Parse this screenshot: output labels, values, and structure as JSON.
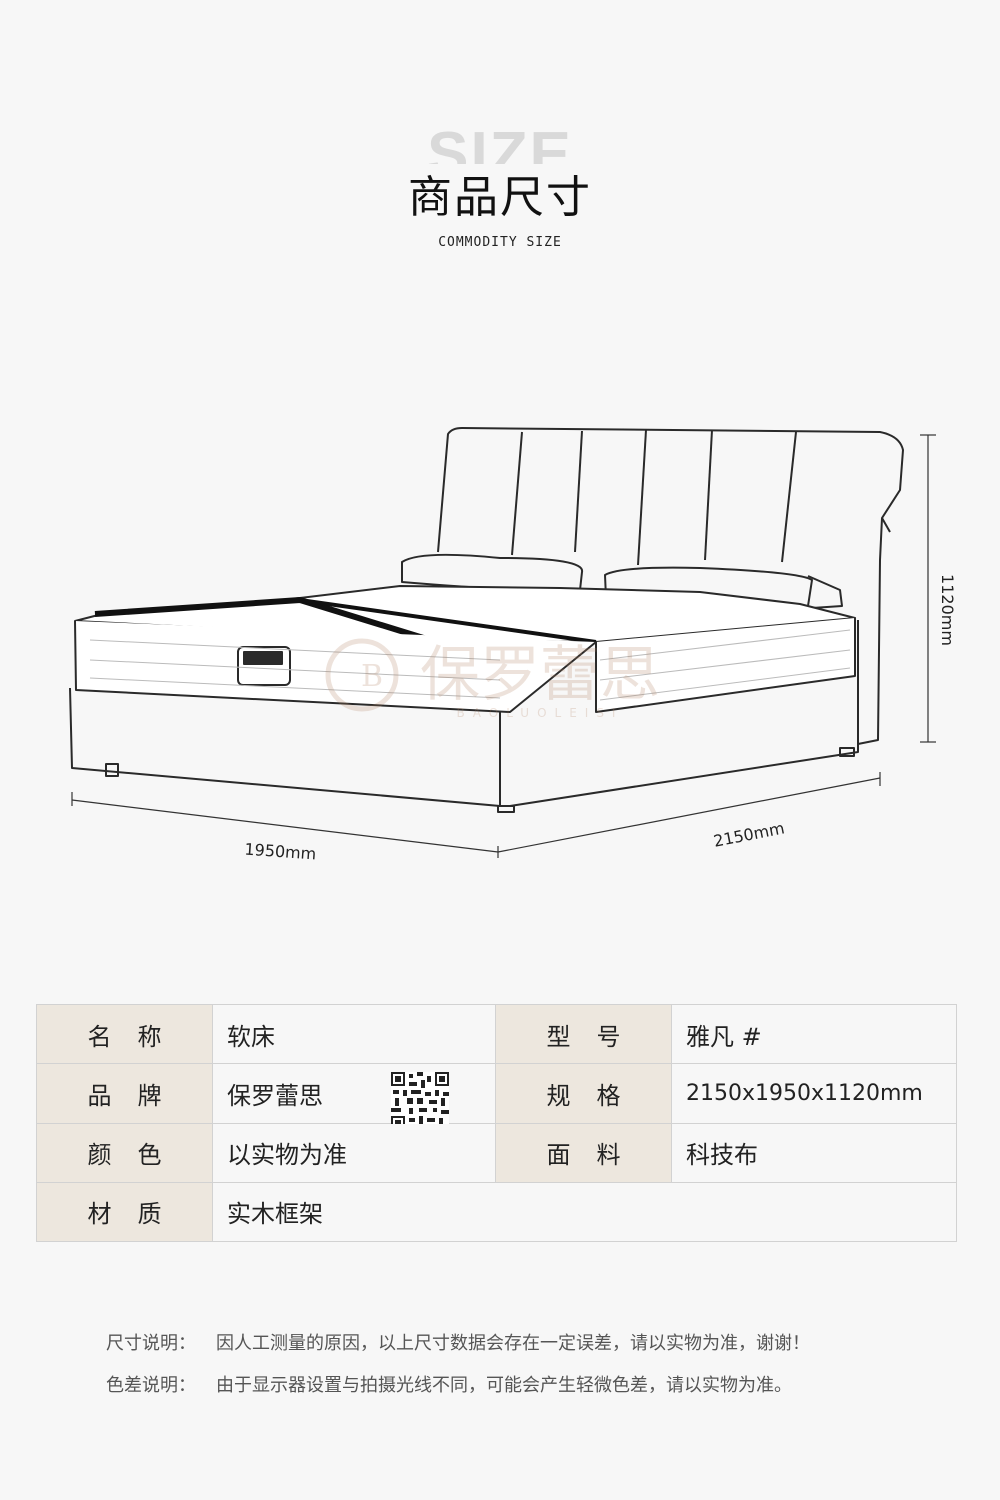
{
  "header": {
    "bg_word": "SIZE",
    "title": "商品尺寸",
    "subtitle": "COMMODITY SIZE"
  },
  "drawing": {
    "dimension_width": "1950mm",
    "dimension_length": "2150mm",
    "dimension_height": "1120mm",
    "watermark_brand": "保罗蕾思",
    "watermark_pinyin": "BAOLUOLEISI",
    "line_color": "#2a2a2a"
  },
  "specs": {
    "rows": [
      {
        "label1": "名称",
        "value1": "软床",
        "label2": "型号",
        "value2": "雅凡 #"
      },
      {
        "label1": "品牌",
        "value1": "保罗蕾思",
        "label2": "规格",
        "value2": "2150x1950x1120mm"
      },
      {
        "label1": "颜色",
        "value1": "以实物为准",
        "label2": "面料",
        "value2": "科技布"
      },
      {
        "label1": "材质",
        "value1": "实木框架"
      }
    ],
    "label_bg": "#ede7de"
  },
  "notes": [
    {
      "key": "尺寸说明：",
      "text": "因人工测量的原因，以上尺寸数据会存在一定误差，请以实物为准，谢谢！"
    },
    {
      "key": "色差说明：",
      "text": "由于显示器设置与拍摄光线不同，可能会产生轻微色差，请以实物为准。"
    }
  ]
}
